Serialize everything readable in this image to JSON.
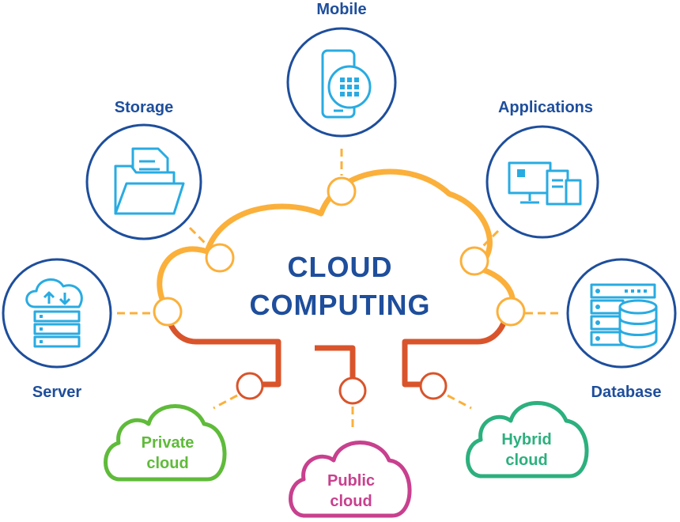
{
  "title": {
    "line1": "CLOUD",
    "line2": "COMPUTING"
  },
  "services": {
    "mobile": {
      "label": "Mobile",
      "icon": "smartphone-keypad-icon"
    },
    "storage": {
      "label": "Storage",
      "icon": "folder-documents-icon"
    },
    "applications": {
      "label": "Applications",
      "icon": "devices-icon"
    },
    "server": {
      "label": "Server",
      "icon": "cloud-server-icon"
    },
    "database": {
      "label": "Database",
      "icon": "database-icon"
    }
  },
  "deployments": {
    "private": {
      "line1": "Private",
      "line2": "cloud"
    },
    "public": {
      "line1": "Public",
      "line2": "cloud"
    },
    "hybrid": {
      "line1": "Hybrid",
      "line2": "cloud"
    }
  },
  "colors": {
    "title": "#1e4e9c",
    "ring": "#1e4e9c",
    "icon": "#29abe2",
    "cloud_outline": "#fbb03b",
    "circuit": "#d9542b",
    "private": "#5fbb3a",
    "public": "#c8408e",
    "hybrid": "#2cb07e"
  }
}
